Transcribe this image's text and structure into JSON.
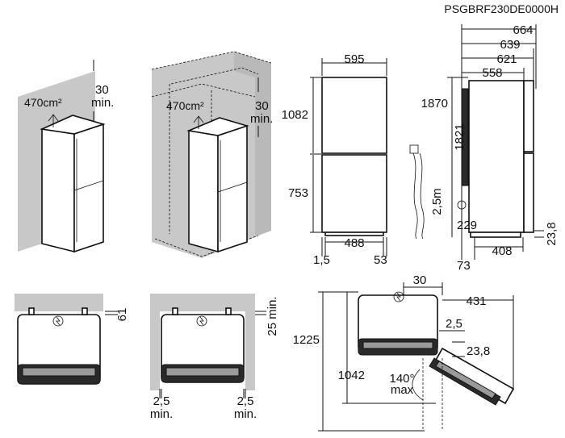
{
  "header": {
    "model_code": "PSGBRF230DE0000H"
  },
  "view1": {
    "area": "470cm²",
    "gap_value": "30",
    "gap_unit": "min."
  },
  "view2": {
    "area": "470cm²",
    "gap_value": "30",
    "gap_unit": "min."
  },
  "front": {
    "width": "595",
    "upper_height": "1082",
    "lower_height": "753",
    "foot_span": "488",
    "left_offset": "1,5",
    "right_offset": "53",
    "cable_length": "2,5m"
  },
  "side": {
    "depth_total": "664",
    "depth_b": "639",
    "depth_c": "621",
    "depth_d": "558",
    "height_total": "1870",
    "height_b": "1821",
    "plug_height": "229",
    "foot_depth": "408",
    "rear_offset": "73",
    "foot_height": "23,8"
  },
  "top1": {
    "clearance": "61"
  },
  "top2": {
    "clearance": "25 min.",
    "left_gap": "2,5",
    "left_unit": "min.",
    "right_gap": "2,5",
    "right_unit": "min."
  },
  "door": {
    "offset_top": "30",
    "width_open": "431",
    "hinge_gap": "2,5",
    "hinge_depth": "23,8",
    "total_width": "1225",
    "depth_open": "1042",
    "angle": "140°",
    "angle_unit": "max"
  },
  "colors": {
    "line": "#111111",
    "wall": "#c8c8c8",
    "dark": "#2a2a2a"
  }
}
